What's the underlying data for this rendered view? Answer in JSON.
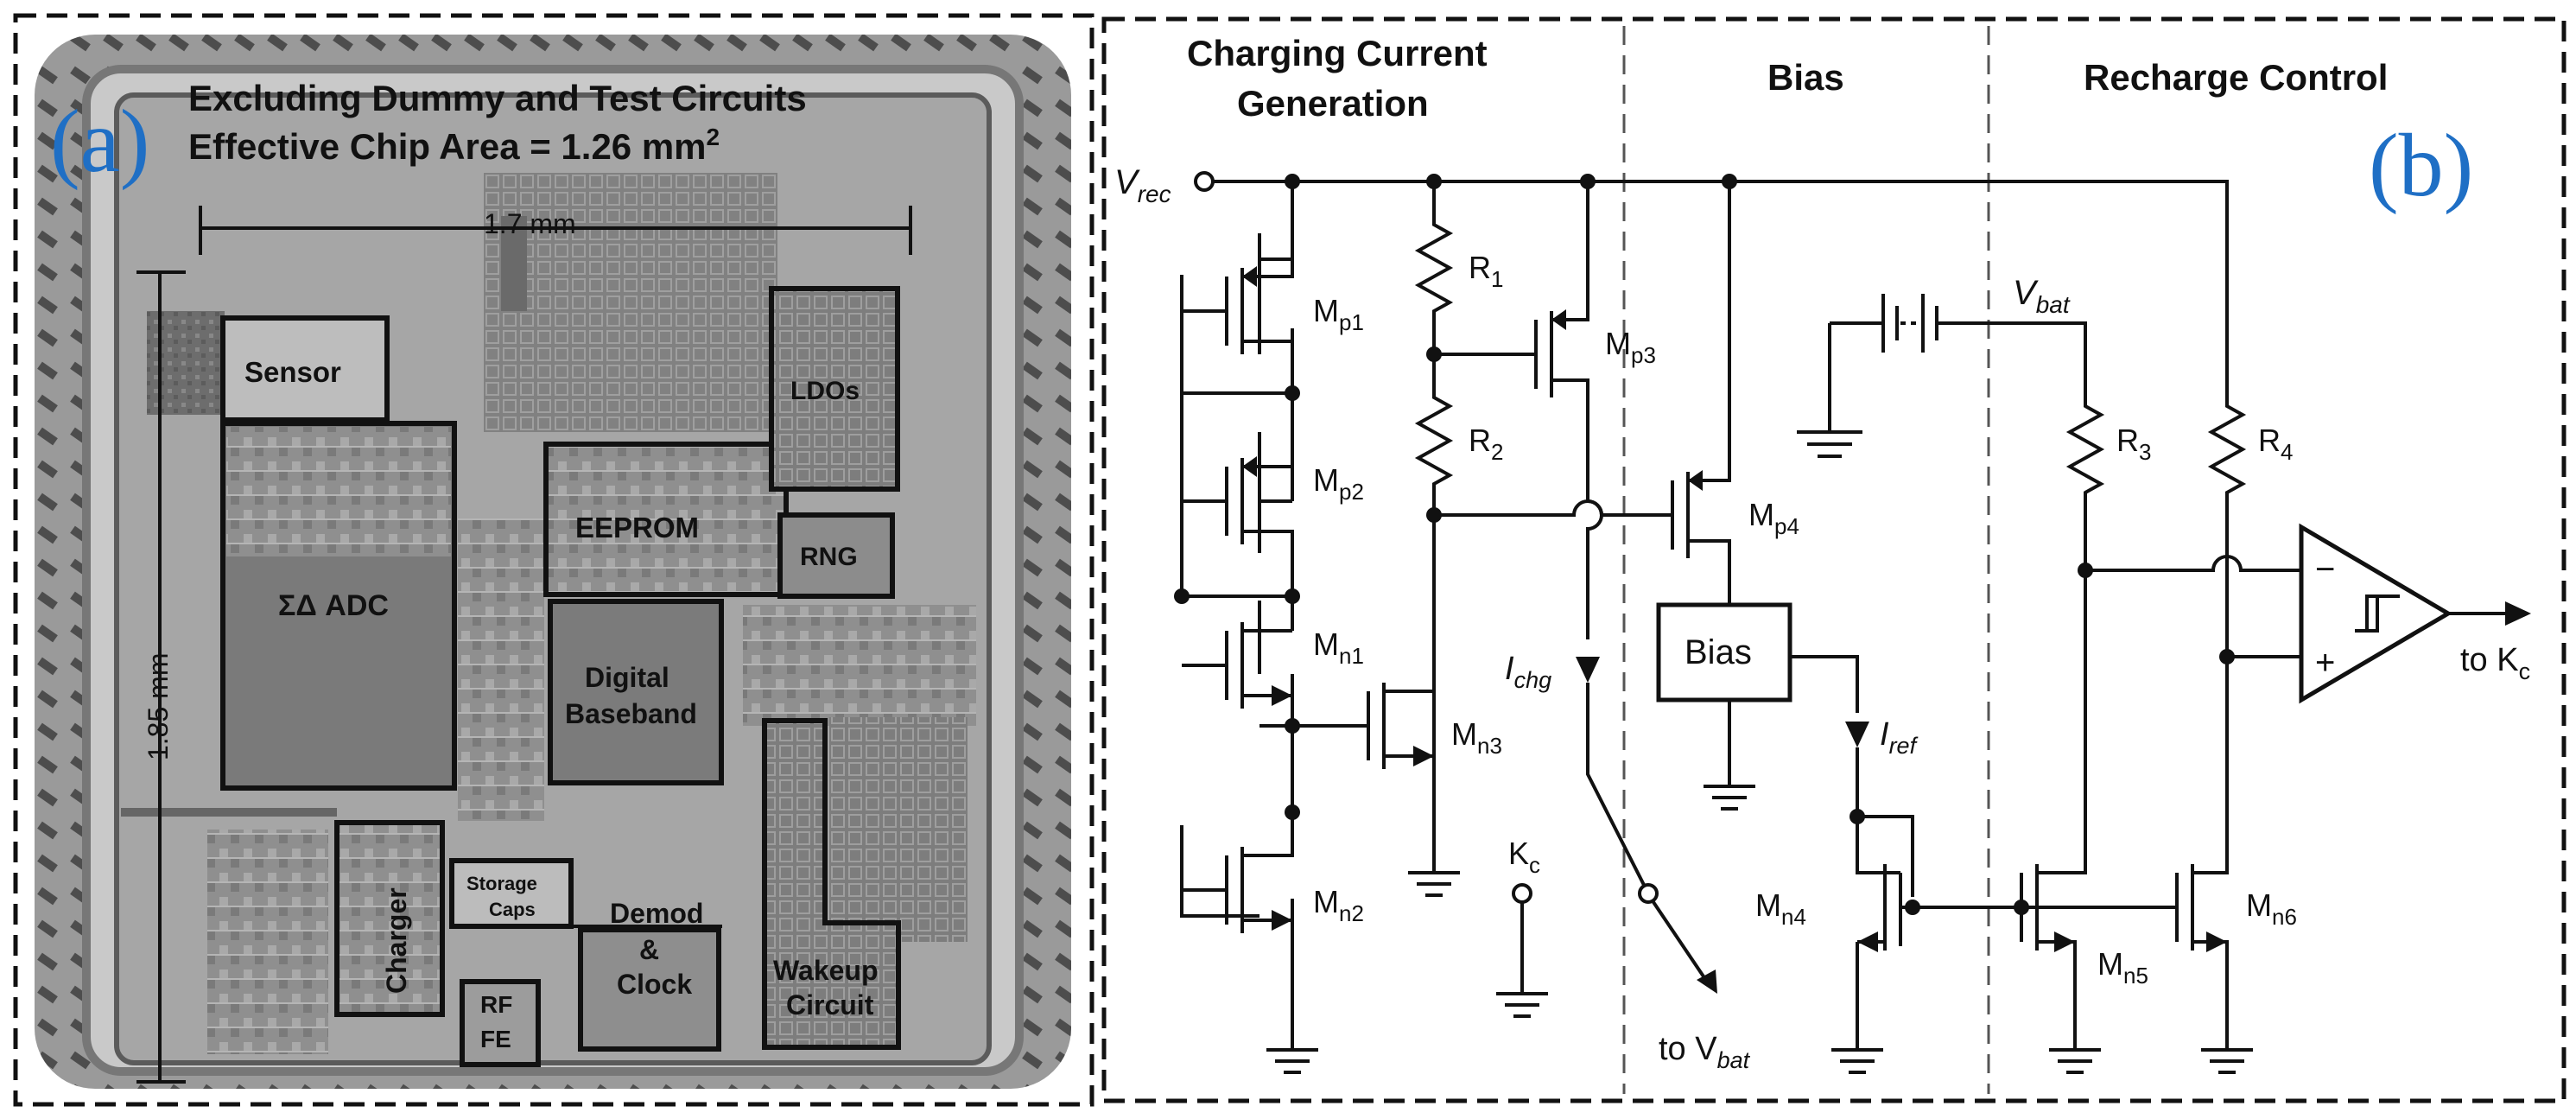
{
  "panel_a": {
    "letter": "(a)",
    "title_line1": "Excluding Dummy and Test Circuits",
    "title_line2": "Effective Chip Area = 1.26 mm",
    "title_sup": "2",
    "width_label": "1.7 mm",
    "height_label": "1.85 mm",
    "blocks": {
      "sensor": "Sensor",
      "adc": "ΣΔ ADC",
      "eeprom": "EEPROM",
      "ldos": "LDOs",
      "rng": "RNG",
      "digital_1": "Digital",
      "digital_2": "Baseband",
      "charger": "Charger",
      "storage_1": "Storage",
      "storage_2": "Caps",
      "demod_1": "Demod",
      "demod_2": "&",
      "demod_3": "Clock",
      "rf_1": "RF",
      "rf_2": "FE",
      "wakeup_1": "Wakeup",
      "wakeup_2": "Circuit"
    }
  },
  "panel_b": {
    "letter": "(b)",
    "sections": {
      "charging_1": "Charging Current",
      "charging_2": "Generation",
      "bias": "Bias",
      "recharge": "Recharge Control"
    },
    "labels": {
      "v_rec": "V",
      "v_rec_sub": "rec",
      "v_bat": "V",
      "v_bat_sub": "bat",
      "mp1": "M",
      "mp1_sub": "p1",
      "mp2": "M",
      "mp2_sub": "p2",
      "mp3": "M",
      "mp3_sub": "p3",
      "mp4": "M",
      "mp4_sub": "p4",
      "mn1": "M",
      "mn1_sub": "n1",
      "mn2": "M",
      "mn2_sub": "n2",
      "mn3": "M",
      "mn3_sub": "n3",
      "mn4": "M",
      "mn4_sub": "n4",
      "mn5": "M",
      "mn5_sub": "n5",
      "mn6": "M",
      "mn6_sub": "n6",
      "r1": "R",
      "r1_sub": "1",
      "r2": "R",
      "r2_sub": "2",
      "r3": "R",
      "r3_sub": "3",
      "r4": "R",
      "r4_sub": "4",
      "bias_box": "Bias",
      "i_chg": "I",
      "i_chg_sub": "chg",
      "i_ref": "I",
      "i_ref_sub": "ref",
      "kc": "K",
      "kc_sub": "c",
      "to_vbat": "to V",
      "to_vbat_sub": "bat",
      "to_kc": "to K",
      "to_kc_sub": "c",
      "minus": "−",
      "plus": "+"
    }
  }
}
